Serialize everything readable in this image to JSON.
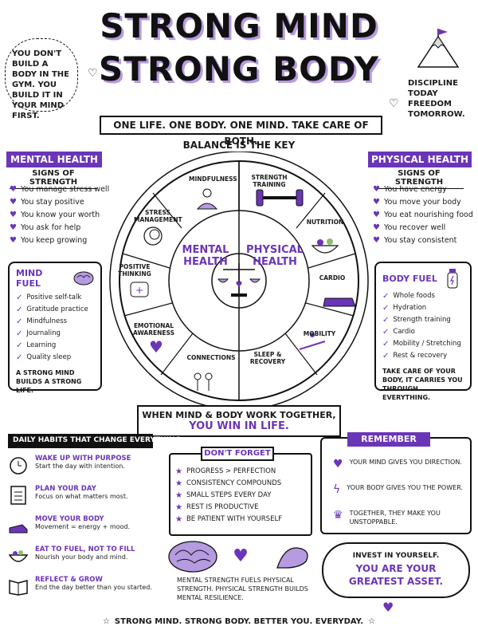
{
  "title": {
    "line1": "STRONG MIND",
    "line2": "STRONG BODY"
  },
  "left_note": "YOU DON'T BUILD A BODY IN THE GYM. YOU BUILD IT IN YOUR MIND FIRST.",
  "right_note": "DISCIPLINE TODAY FREEDOM TOMORROW.",
  "tagline": "ONE LIFE. ONE BODY. ONE MIND. TAKE CARE OF BOTH.",
  "balance": "BALANCE IS THE KEY",
  "mental_health": {
    "label": "MENTAL HEALTH",
    "subheading": "SIGNS OF STRENGTH",
    "items": [
      "You manage stress well",
      "You stay positive",
      "You know your worth",
      "You ask for help",
      "You keep growing"
    ]
  },
  "physical_health": {
    "label": "PHYSICAL HEALTH",
    "subheading": "SIGNS OF STRENGTH",
    "items": [
      "You have energy",
      "You move your body",
      "You eat nourishing food",
      "You recover well",
      "You stay consistent"
    ]
  },
  "mind_fuel": {
    "title": "MIND FUEL",
    "items": [
      "Positive self-talk",
      "Gratitude practice",
      "Mindfulness",
      "Journaling",
      "Learning",
      "Quality sleep"
    ],
    "caption": "A STRONG MIND BUILDS A STRONG LIFE."
  },
  "body_fuel": {
    "title": "BODY FUEL",
    "items": [
      "Whole foods",
      "Hydration",
      "Strength training",
      "Cardio",
      "Mobility / Stretching",
      "Rest & recovery"
    ],
    "caption": "TAKE CARE OF YOUR BODY, IT CARRIES YOU THROUGH EVERYTHING."
  },
  "wheel": {
    "left_title": "MENTAL HEALTH",
    "right_title": "PHYSICAL HEALTH",
    "left_segments": [
      "MINDFULNESS",
      "STRESS MANAGEMENT",
      "POSITIVE THINKING",
      "EMOTIONAL AWARENESS",
      "CONNECTIONS"
    ],
    "right_segments": [
      "STRENGTH TRAINING",
      "NUTRITION",
      "CARDIO",
      "MOBILITY",
      "SLEEP & RECOVERY"
    ]
  },
  "together": {
    "line1": "WHEN MIND & BODY WORK TOGETHER,",
    "line2": "YOU WIN IN LIFE."
  },
  "daily_habits": {
    "title": "DAILY HABITS THAT CHANGE EVERYTHING",
    "items": [
      {
        "title": "WAKE UP WITH PURPOSE",
        "desc": "Start the day with intention."
      },
      {
        "title": "PLAN YOUR DAY",
        "desc": "Focus on what matters most."
      },
      {
        "title": "MOVE YOUR BODY",
        "desc": "Movement = energy + mood."
      },
      {
        "title": "EAT TO FUEL, NOT TO FILL",
        "desc": "Nourish your body and mind."
      },
      {
        "title": "REFLECT & GROW",
        "desc": "End the day better than you started."
      }
    ]
  },
  "dont_forget": {
    "title": "DON'T FORGET",
    "items": [
      "PROGRESS > PERFECTION",
      "CONSISTENCY COMPOUNDS",
      "SMALL STEPS EVERY DAY",
      "REST IS PRODUCTIVE",
      "BE PATIENT WITH YOURSELF"
    ],
    "caption": "MENTAL STRENGTH FUELS PHYSICAL STRENGTH. PHYSICAL STRENGTH BUILDS MENTAL RESILIENCE."
  },
  "remember": {
    "title": "REMEMBER",
    "items": [
      "YOUR MIND GIVES YOU DIRECTION.",
      "YOUR BODY GIVES YOU THE POWER.",
      "TOGETHER, THEY MAKE YOU UNSTOPPABLE."
    ]
  },
  "invest": {
    "line1": "INVEST IN YOURSELF.",
    "line2": "YOU ARE YOUR GREATEST ASSET."
  },
  "footer": "STRONG MIND. STRONG BODY. BETTER YOU. EVERYDAY.",
  "colors": {
    "accent": "#6b35b8",
    "ink": "#1a1a1a",
    "light_purple": "#b69be0"
  }
}
